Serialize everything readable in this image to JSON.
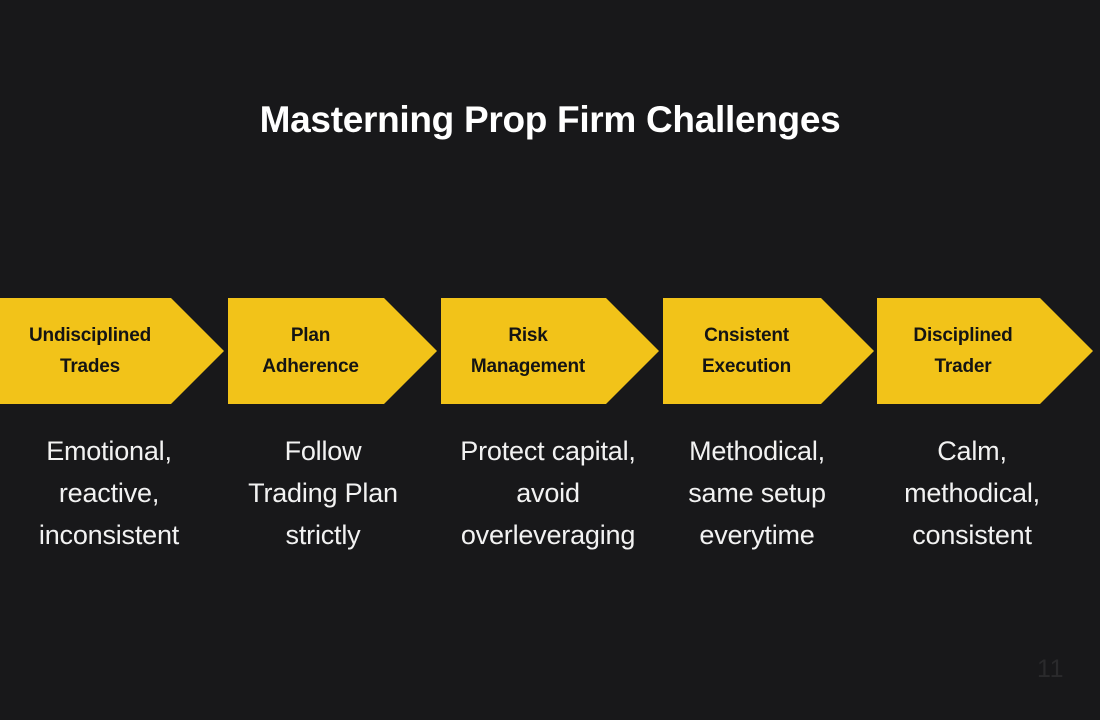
{
  "slide": {
    "title": "Masterning Prop Firm Challenges",
    "page_number": "11",
    "background_color": "#18181a",
    "accent_color": "#f2c319",
    "text_color": "#f2f2f2"
  },
  "flow": {
    "steps": [
      {
        "label": "Undisciplined\nTrades",
        "description": "Emotional,\nreactive,\ninconsistent"
      },
      {
        "label": "Plan\nAdherence",
        "description": "Follow\nTrading Plan\nstrictly"
      },
      {
        "label": "Risk\nManagement",
        "description": "Protect capital,\navoid\noverleveraging"
      },
      {
        "label": "Cnsistent\nExecution",
        "description": "Methodical,\nsame setup\neverytime"
      },
      {
        "label": "Disciplined\nTrader",
        "description": "Calm,\nmethodical,\nconsistent"
      }
    ]
  }
}
